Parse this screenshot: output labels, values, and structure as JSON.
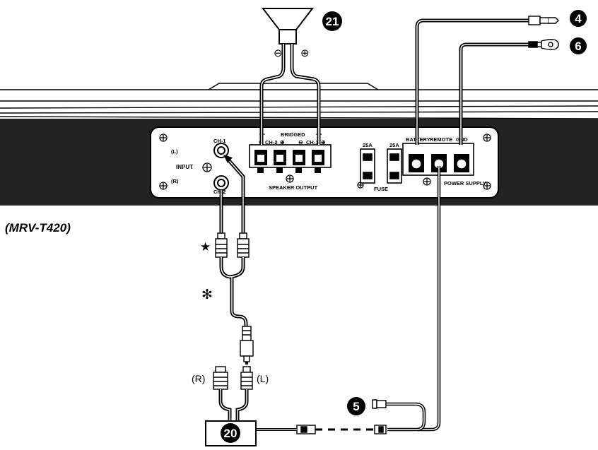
{
  "model": "(MRV-T420)",
  "callouts": {
    "speaker": "21",
    "battery": "4",
    "ground": "6",
    "remote": "5",
    "head_unit": "20"
  },
  "speaker_terminals": {
    "minus": "⊖",
    "plus": "⊕"
  },
  "input_panel": {
    "ch1": "CH-1",
    "left": "(L)",
    "input": "INPUT",
    "right": "(R)",
    "ch2": "CH-2"
  },
  "speaker_output": {
    "bridged": "BRIDGED",
    "ch2": "CH-2",
    "ch1": "CH-1",
    "title": "SPEAKER OUTPUT",
    "minus": "⊖",
    "plus": "⊕"
  },
  "fuse": {
    "rating_left": "25A",
    "rating_right": "25A",
    "title": "FUSE"
  },
  "power_supply": {
    "battery": "BATTERY",
    "remote": "REMOTE",
    "gnd": "GND",
    "title": "POWER SUPPLY"
  },
  "rca": {
    "star": "★",
    "asterisk": "✻",
    "right": "(R)",
    "left": "(L)"
  }
}
